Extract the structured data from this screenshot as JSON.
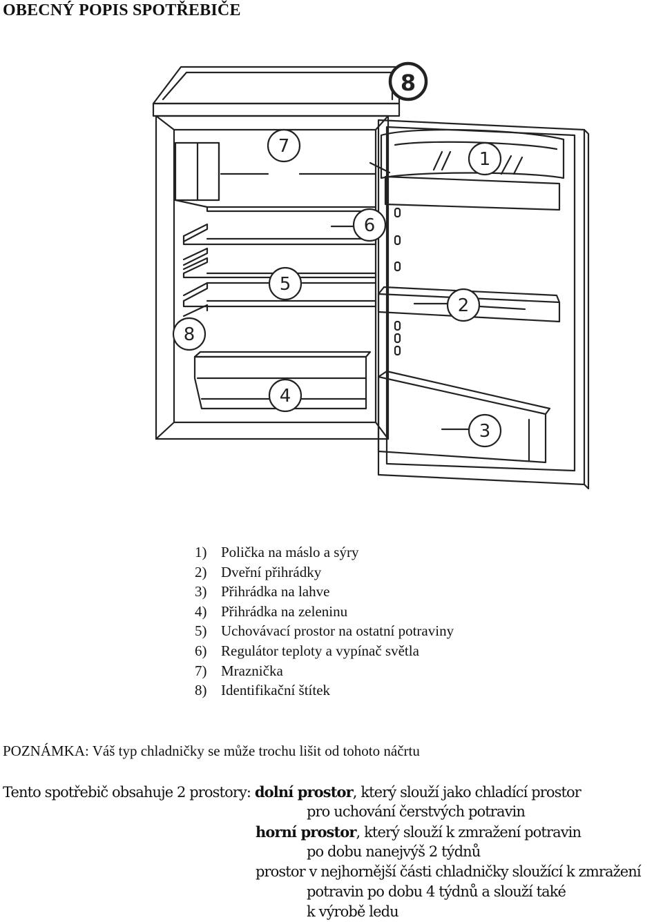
{
  "title": "OBECNÝ POPIS SPOTŘEBIČE",
  "diagram": {
    "callouts": [
      "1",
      "2",
      "3",
      "4",
      "5",
      "6",
      "7",
      "8",
      "8"
    ]
  },
  "legend": [
    {
      "num": "1)",
      "text": "Polička na máslo a sýry"
    },
    {
      "num": "2)",
      "text": "Dveřní přihrádky"
    },
    {
      "num": "3)",
      "text": "Přihrádka na lahve"
    },
    {
      "num": "4)",
      "text": "Přihrádka na zeleninu"
    },
    {
      "num": "5)",
      "text": "Uchovávací prostor na ostatní potraviny"
    },
    {
      "num": "6)",
      "text": "Regulátor teploty a vypínač světla"
    },
    {
      "num": "7)",
      "text": "Mraznička"
    },
    {
      "num": "8)",
      "text": "Identifikační štítek"
    }
  ],
  "note": "POZNÁMKA: Váš typ chladničky se může trochu lišit od tohoto náčrtu",
  "description": {
    "intro": "Tento spotřebič obsahuje 2 prostory:",
    "lower_bold": "dolní prostor",
    "lower_rest": ", který slouží jako chladící prostor",
    "lower_cont": "pro uchování čerstvých potravin",
    "upper_bold": "horní prostor",
    "upper_rest": ", který slouží k zmražení potravin",
    "upper_cont": "po dobu nanejvýš 2 týdnů",
    "top_line": "prostor v nejhornější části chladničky sloužící k zmražení",
    "top_cont1": "potravin po dobu 4 týdnů a slouží také",
    "top_cont2": "k výrobě ledu"
  }
}
